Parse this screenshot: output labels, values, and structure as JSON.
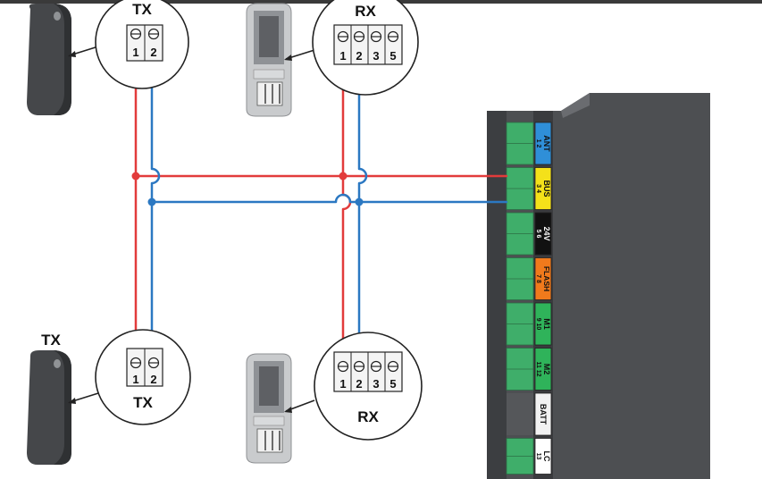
{
  "labels": {
    "tx_top": "TX",
    "rx_top": "RX",
    "tx_bottom_outside": "TX",
    "tx_bottom": "TX",
    "rx_bottom": "RX"
  },
  "terminals": {
    "tx": [
      "1",
      "2"
    ],
    "rx": [
      "1",
      "2",
      "3",
      "5"
    ]
  },
  "board_labels": [
    {
      "name": "ANT",
      "pins": "1 2",
      "color": "#2f8fd8",
      "text_color": "#111111"
    },
    {
      "name": "BUS",
      "pins": "3 4",
      "color": "#f4e11a",
      "text_color": "#111111"
    },
    {
      "name": "24V",
      "pins": "5 6",
      "color": "#111111",
      "text_color": "#ffffff"
    },
    {
      "name": "FLASH",
      "pins": "7 8",
      "color": "#f07a1c",
      "text_color": "#111111"
    },
    {
      "name": "M1",
      "pins": "9 10",
      "color": "#2fb35a",
      "text_color": "#111111"
    },
    {
      "name": "M2",
      "pins": "11 12",
      "color": "#2fb35a",
      "text_color": "#111111"
    },
    {
      "name": "BATT",
      "pins": "",
      "color": "#f2f2f2",
      "text_color": "#111111"
    },
    {
      "name": "LC",
      "pins": "13",
      "color": "#ffffff",
      "text_color": "#111111"
    }
  ],
  "colors": {
    "wire_positive": "#e23b3b",
    "wire_negative": "#2b78c2",
    "board": "#4d4f52",
    "terminal_green": "#3fae6a"
  }
}
